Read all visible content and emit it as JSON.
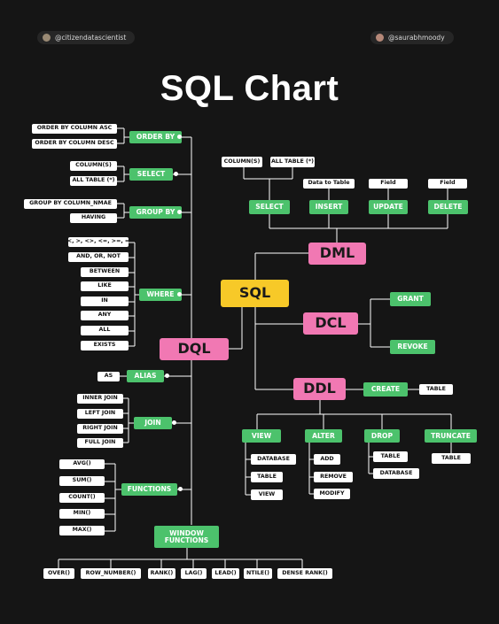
{
  "header": {
    "left_handle": "@citizendatascientist",
    "right_handle": "@saurabhmoody"
  },
  "title": "SQL Chart",
  "root": "SQL",
  "dql": {
    "label": "DQL",
    "order_by": {
      "label": "ORDER BY",
      "items": [
        "ORDER BY COLUMN ASC",
        "ORDER BY COLUMN DESC"
      ]
    },
    "select": {
      "label": "SELECT",
      "items": [
        "COLUMN(S)",
        "ALL TABLE (*)"
      ]
    },
    "group_by": {
      "label": "GROUP BY",
      "items": [
        "GROUP BY COLUMN_NMAE",
        "HAVING"
      ]
    },
    "where": {
      "label": "WHERE",
      "items": [
        "<, >, <>, <=, >=, =",
        "AND, OR, NOT",
        "BETWEEN",
        "LIKE",
        "IN",
        "ANY",
        "ALL",
        "EXISTS"
      ]
    },
    "alias": {
      "label": "ALIAS",
      "items": [
        "AS"
      ]
    },
    "join": {
      "label": "JOIN",
      "items": [
        "INNER JOIN",
        "LEFT JOIN",
        "RIGHT JOIN",
        "FULL JOIN"
      ]
    },
    "functions": {
      "label": "FUNCTIONS",
      "items": [
        "AVG()",
        "SUM()",
        "COUNT()",
        "MIN()",
        "MAX()"
      ]
    },
    "window_functions": {
      "label": "WINDOW FUNCTIONS",
      "items": [
        "OVER()",
        "ROW_NUMBER()",
        "RANK()",
        "LAG()",
        "LEAD()",
        "NTILE()",
        "DENSE RANK()"
      ]
    }
  },
  "dml": {
    "label": "DML",
    "select": {
      "label": "SELECT",
      "items": [
        "COLUMN(S)",
        "ALL TABLE (*)"
      ]
    },
    "insert": {
      "label": "INSERT",
      "items": [
        "Data to Table"
      ]
    },
    "update": {
      "label": "UPDATE",
      "items": [
        "Field"
      ]
    },
    "delete": {
      "label": "DELETE",
      "items": [
        "Field"
      ]
    }
  },
  "dcl": {
    "label": "DCL",
    "grant": "GRANT",
    "revoke": "REVOKE"
  },
  "ddl": {
    "label": "DDL",
    "create": {
      "label": "CREATE",
      "items": [
        "TABLE"
      ]
    },
    "view": {
      "label": "VIEW",
      "items": [
        "DATABASE",
        "TABLE",
        "VIEW"
      ]
    },
    "alter": {
      "label": "ALTER",
      "items": [
        "ADD",
        "REMOVE",
        "MODIFY"
      ]
    },
    "drop": {
      "label": "DROP",
      "items": [
        "TABLE",
        "DATABASE"
      ]
    },
    "truncate": {
      "label": "TRUNCATE",
      "items": [
        "TABLE"
      ]
    }
  },
  "colors": {
    "background": "#151515",
    "category_pink": "#f178b3",
    "root_yellow": "#f7c928",
    "command_green": "#4cc26c",
    "item_white": "#ffffff",
    "connector": "#ffffff"
  }
}
